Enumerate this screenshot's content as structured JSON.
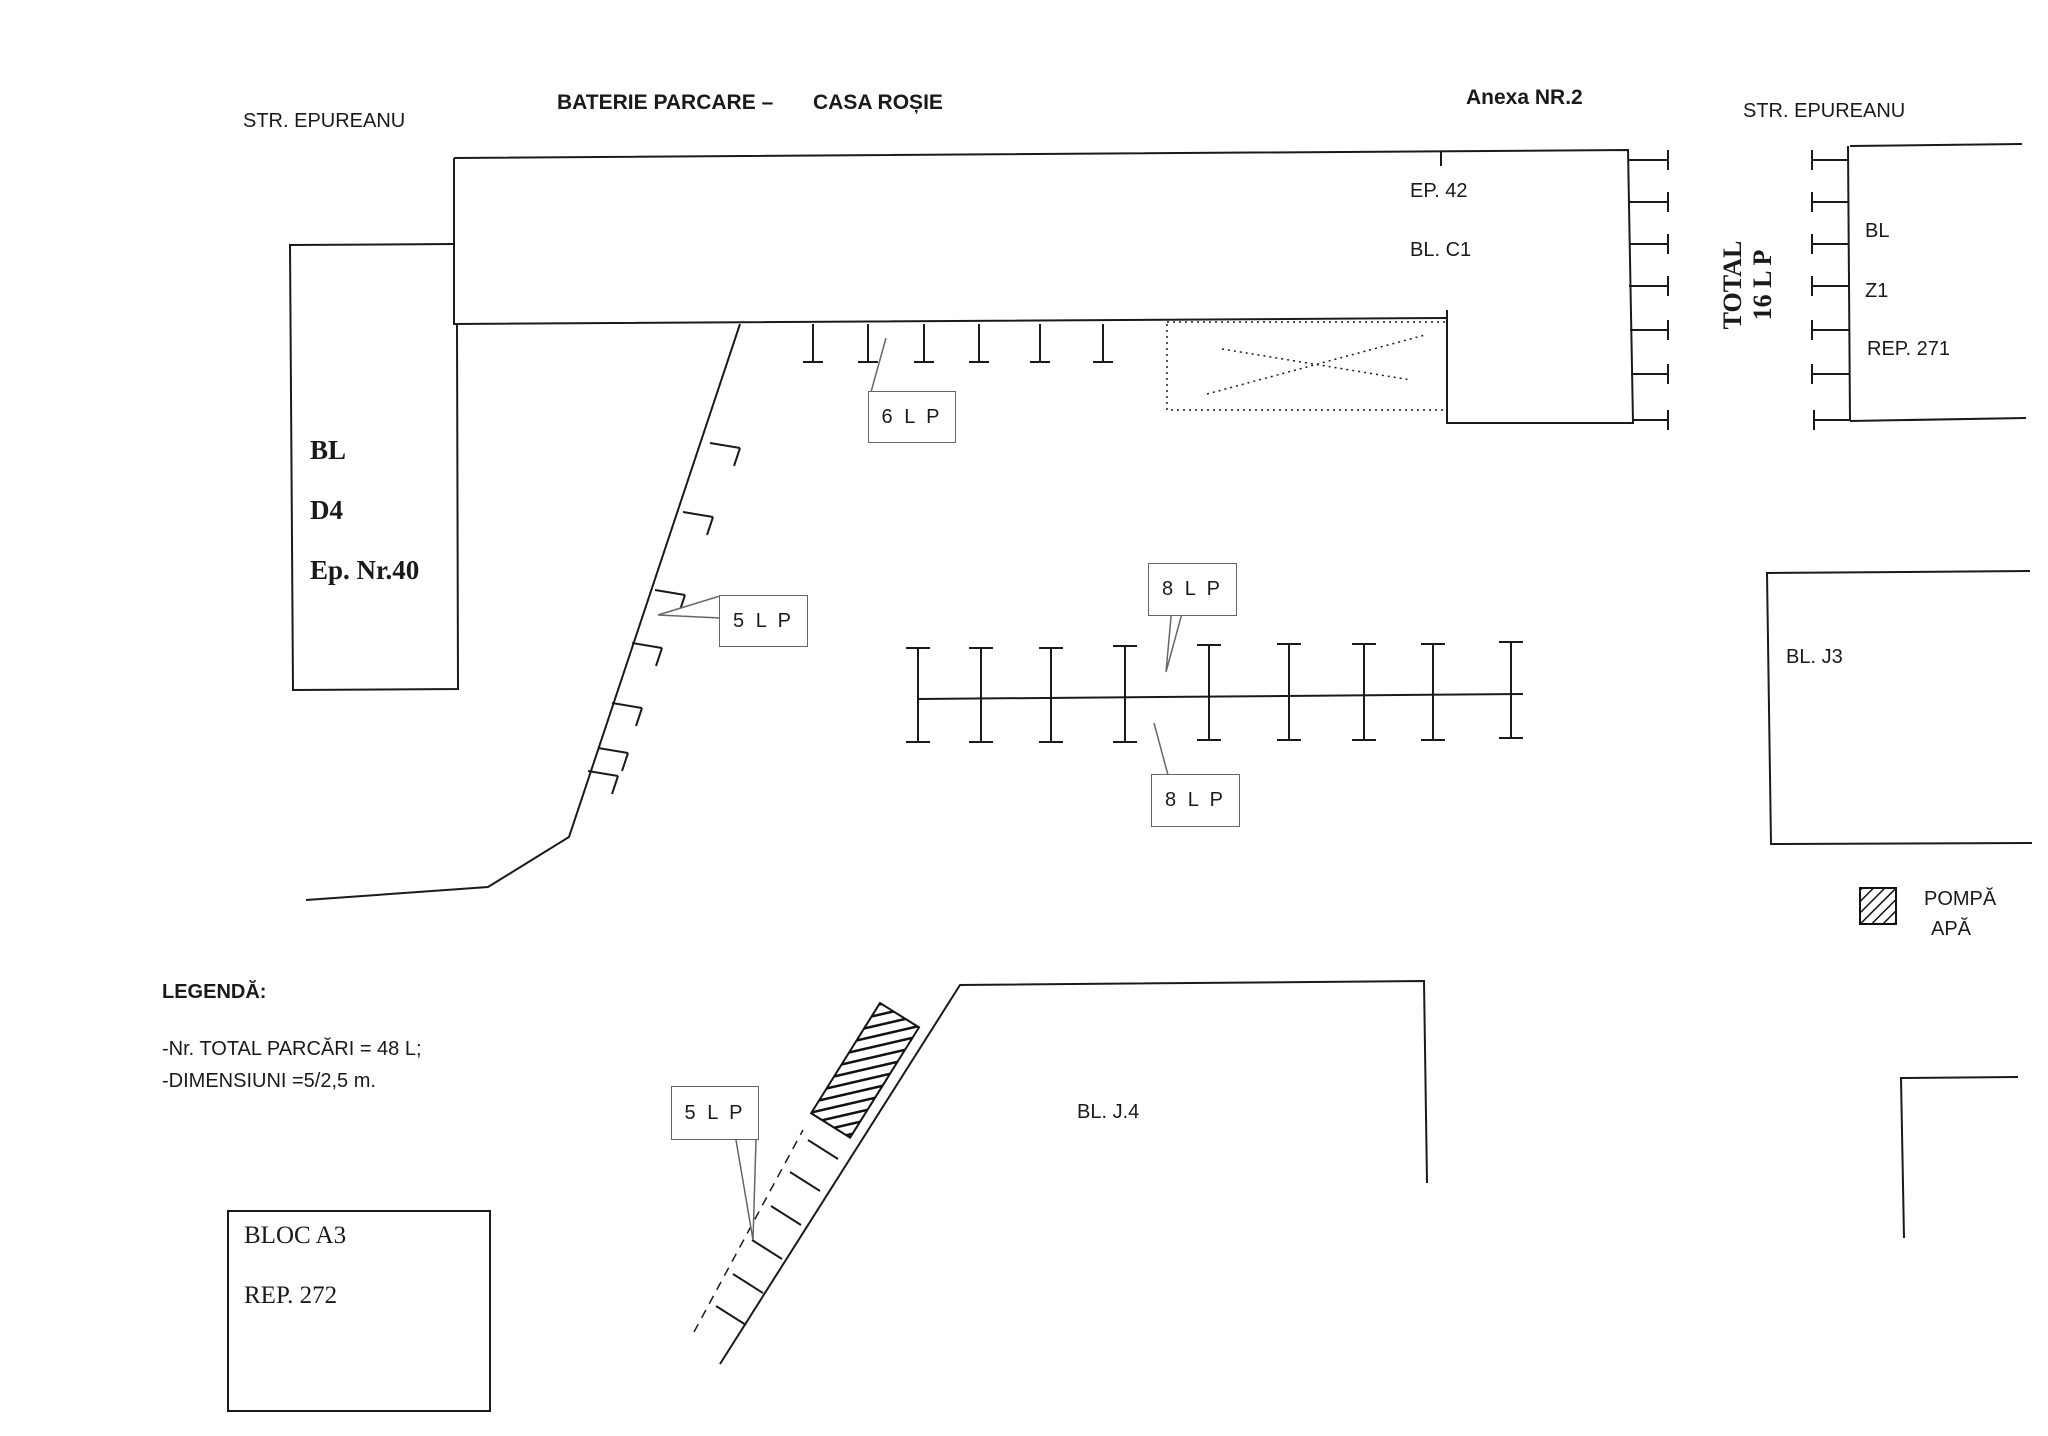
{
  "header": {
    "street_left": "STR. EPUREANU",
    "title_part1": "BATERIE PARCARE –",
    "title_part2": "CASA ROȘIE",
    "annex": "Anexa NR.2",
    "street_right": "STR. EPUREANU"
  },
  "buildings": {
    "c1_entrance": "EP. 42",
    "c1_name": "BL. C1",
    "d4_line1": "BL",
    "d4_line2": "D4",
    "d4_line3": "Ep. Nr.40",
    "z1_line1": "BL",
    "z1_line2": "Z1",
    "z1_line3": "REP. 271",
    "j3": "BL.  J3",
    "j4": "BL. J.4",
    "a3_line1": "BLOC A3",
    "a3_line2": "REP.  272"
  },
  "parking_callouts": {
    "top": "6 L P",
    "diagonal_left": "5 L P",
    "center_top": "8 L P",
    "center_bottom": "8 L P",
    "bottom_left": "5 L P",
    "right_total_line1": "TOTAL",
    "right_total_line2": "16 L P"
  },
  "pump": {
    "line1": "POMPĂ",
    "line2": "APĂ"
  },
  "legend": {
    "title": "LEGENDĂ:",
    "line1": "-Nr. TOTAL PARCĂRI = 48 L;",
    "line2": "-DIMENSIUNI =5/2,5 m."
  },
  "colors": {
    "ink": "#1a1a1a",
    "callout_border": "#666666"
  }
}
